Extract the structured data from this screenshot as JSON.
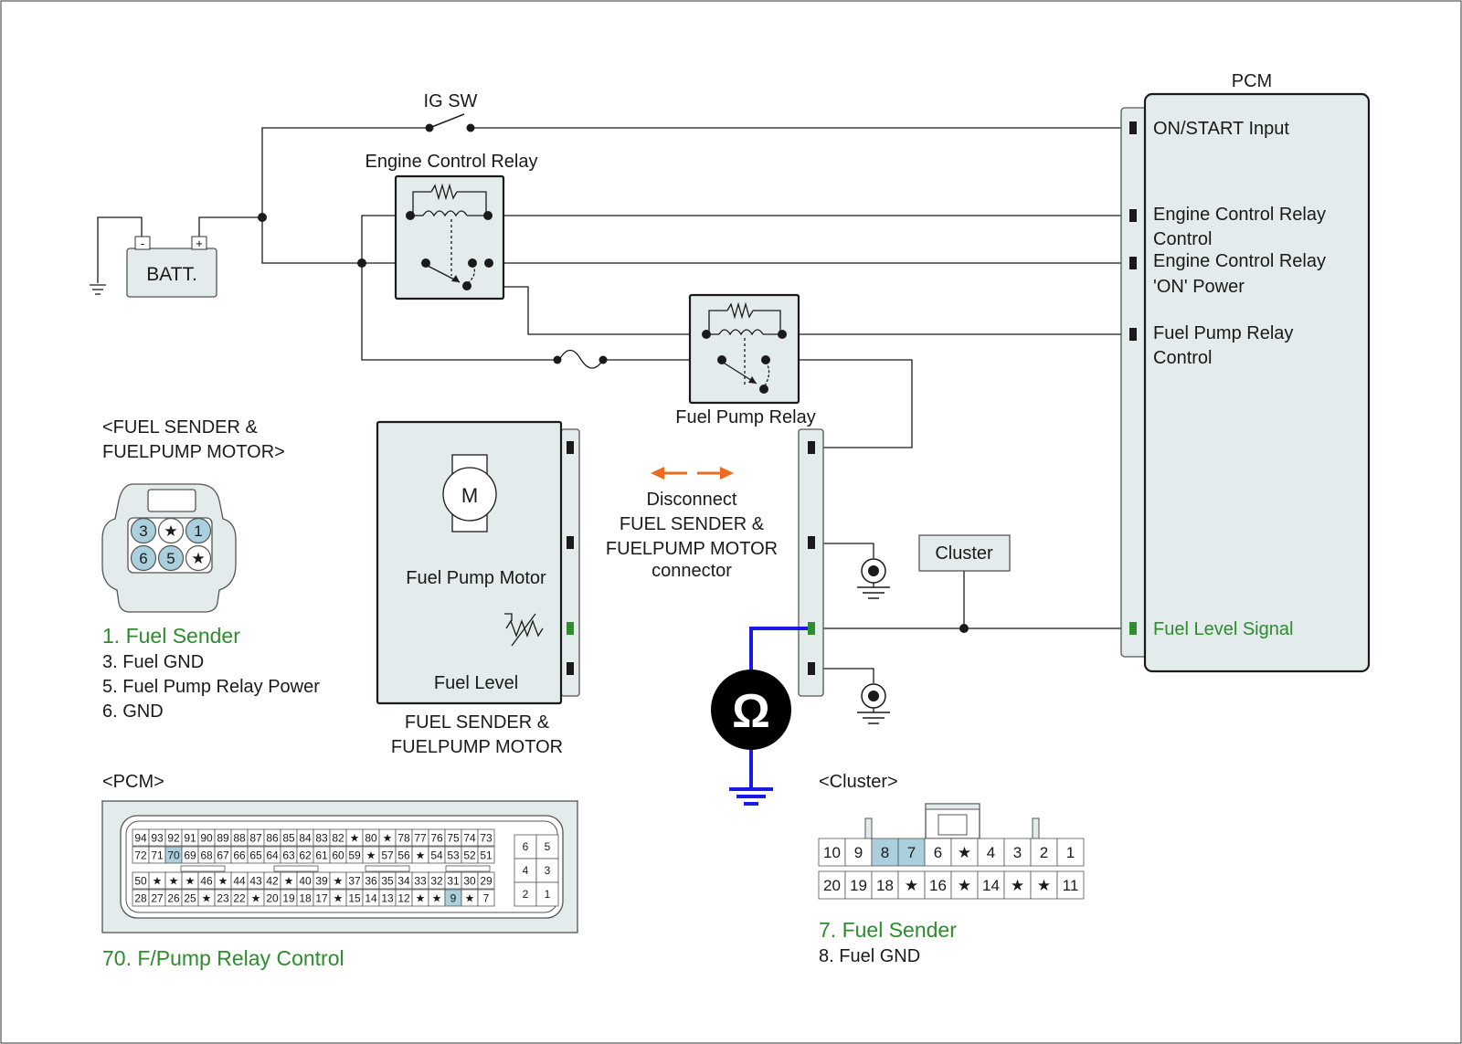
{
  "labels": {
    "ig_sw": "IG SW",
    "engine_control_relay": "Engine Control Relay",
    "batt": "BATT.",
    "batt_neg": "-",
    "batt_pos": "+",
    "pcm_title": "PCM",
    "fuel_pump_relay": "Fuel Pump Relay",
    "motor_symbol": "M",
    "fuel_pump_motor": "Fuel Pump Motor",
    "fuel_level": "Fuel Level",
    "fs_title_line1": "FUEL SENDER &",
    "fs_title_line2": "FUELPUMP MOTOR",
    "disconnect_lines": [
      "Disconnect",
      "FUEL SENDER &",
      "FUELPUMP MOTOR",
      "connector"
    ],
    "cluster": "Cluster",
    "ohm_symbol": "Ω"
  },
  "pcm_inputs": [
    {
      "lines": [
        "ON/START Input"
      ],
      "highlight": false
    },
    {
      "lines": [
        "Engine Control Relay",
        "Control"
      ],
      "highlight": false
    },
    {
      "lines": [
        "Engine Control Relay",
        "'ON' Power"
      ],
      "highlight": false
    },
    {
      "lines": [
        "Fuel Pump Relay",
        "Control"
      ],
      "highlight": false
    },
    {
      "lines": [
        "Fuel Level Signal"
      ],
      "highlight": true
    }
  ],
  "fuel_sender_connector": {
    "title_lines": [
      "<FUEL SENDER &",
      "FUELPUMP MOTOR>"
    ],
    "top_row": [
      {
        "t": "3",
        "hl": true
      },
      {
        "t": "★",
        "hl": false
      },
      {
        "t": "1",
        "hl": true
      }
    ],
    "bottom_row": [
      {
        "t": "6",
        "hl": true
      },
      {
        "t": "5",
        "hl": true
      },
      {
        "t": "★",
        "hl": false
      }
    ],
    "legend": [
      {
        "text": "1. Fuel Sender",
        "highlight": true
      },
      {
        "text": "3. Fuel GND",
        "highlight": false
      },
      {
        "text": "5. Fuel Pump Relay Power",
        "highlight": false
      },
      {
        "text": "6. GND",
        "highlight": false
      }
    ]
  },
  "pcm_connector": {
    "title": "<PCM>",
    "row1": [
      "94",
      "93",
      "92",
      "91",
      "90",
      "89",
      "88",
      "87",
      "86",
      "85",
      "84",
      "83",
      "82",
      "★",
      "80",
      "★",
      "78",
      "77",
      "76",
      "75",
      "74",
      "73"
    ],
    "row2": [
      "72",
      "71",
      "70",
      "69",
      "68",
      "67",
      "66",
      "65",
      "64",
      "63",
      "62",
      "61",
      "60",
      "59",
      "★",
      "57",
      "56",
      "★",
      "54",
      "53",
      "52",
      "51"
    ],
    "row3": [
      "50",
      "★",
      "★",
      "★",
      "46",
      "★",
      "44",
      "43",
      "42",
      "★",
      "40",
      "39",
      "★",
      "37",
      "36",
      "35",
      "34",
      "33",
      "32",
      "31",
      "30",
      "29"
    ],
    "row4": [
      "28",
      "27",
      "26",
      "25",
      "★",
      "23",
      "22",
      "★",
      "20",
      "19",
      "18",
      "17",
      "★",
      "15",
      "14",
      "13",
      "12",
      "★",
      "★",
      "9",
      "★",
      "7"
    ],
    "highlighted": [
      "70",
      "9"
    ],
    "side_rows": [
      [
        "6",
        "5"
      ],
      [
        "4",
        "3"
      ],
      [
        "2",
        "1"
      ]
    ],
    "legend": "70. F/Pump Relay Control"
  },
  "cluster_connector": {
    "title": "<Cluster>",
    "top_row": [
      "10",
      "9",
      "8",
      "7",
      "6",
      "★",
      "4",
      "3",
      "2",
      "1"
    ],
    "bottom_row": [
      "20",
      "19",
      "18",
      "★",
      "16",
      "★",
      "14",
      "★",
      "★",
      "11"
    ],
    "highlighted": [
      "8",
      "7"
    ],
    "legend": [
      {
        "text": "7. Fuel Sender",
        "highlight": true
      },
      {
        "text": "8. Fuel GND",
        "highlight": false
      }
    ]
  },
  "colors": {
    "line": "#1a1a1a",
    "panel": "#e3ebec",
    "pin_highlight": "#a9d0dc",
    "green": "#2e8b2e",
    "arrow_orange": "#ee6a1e",
    "meter_wire_blue": "#1a1ae6"
  }
}
